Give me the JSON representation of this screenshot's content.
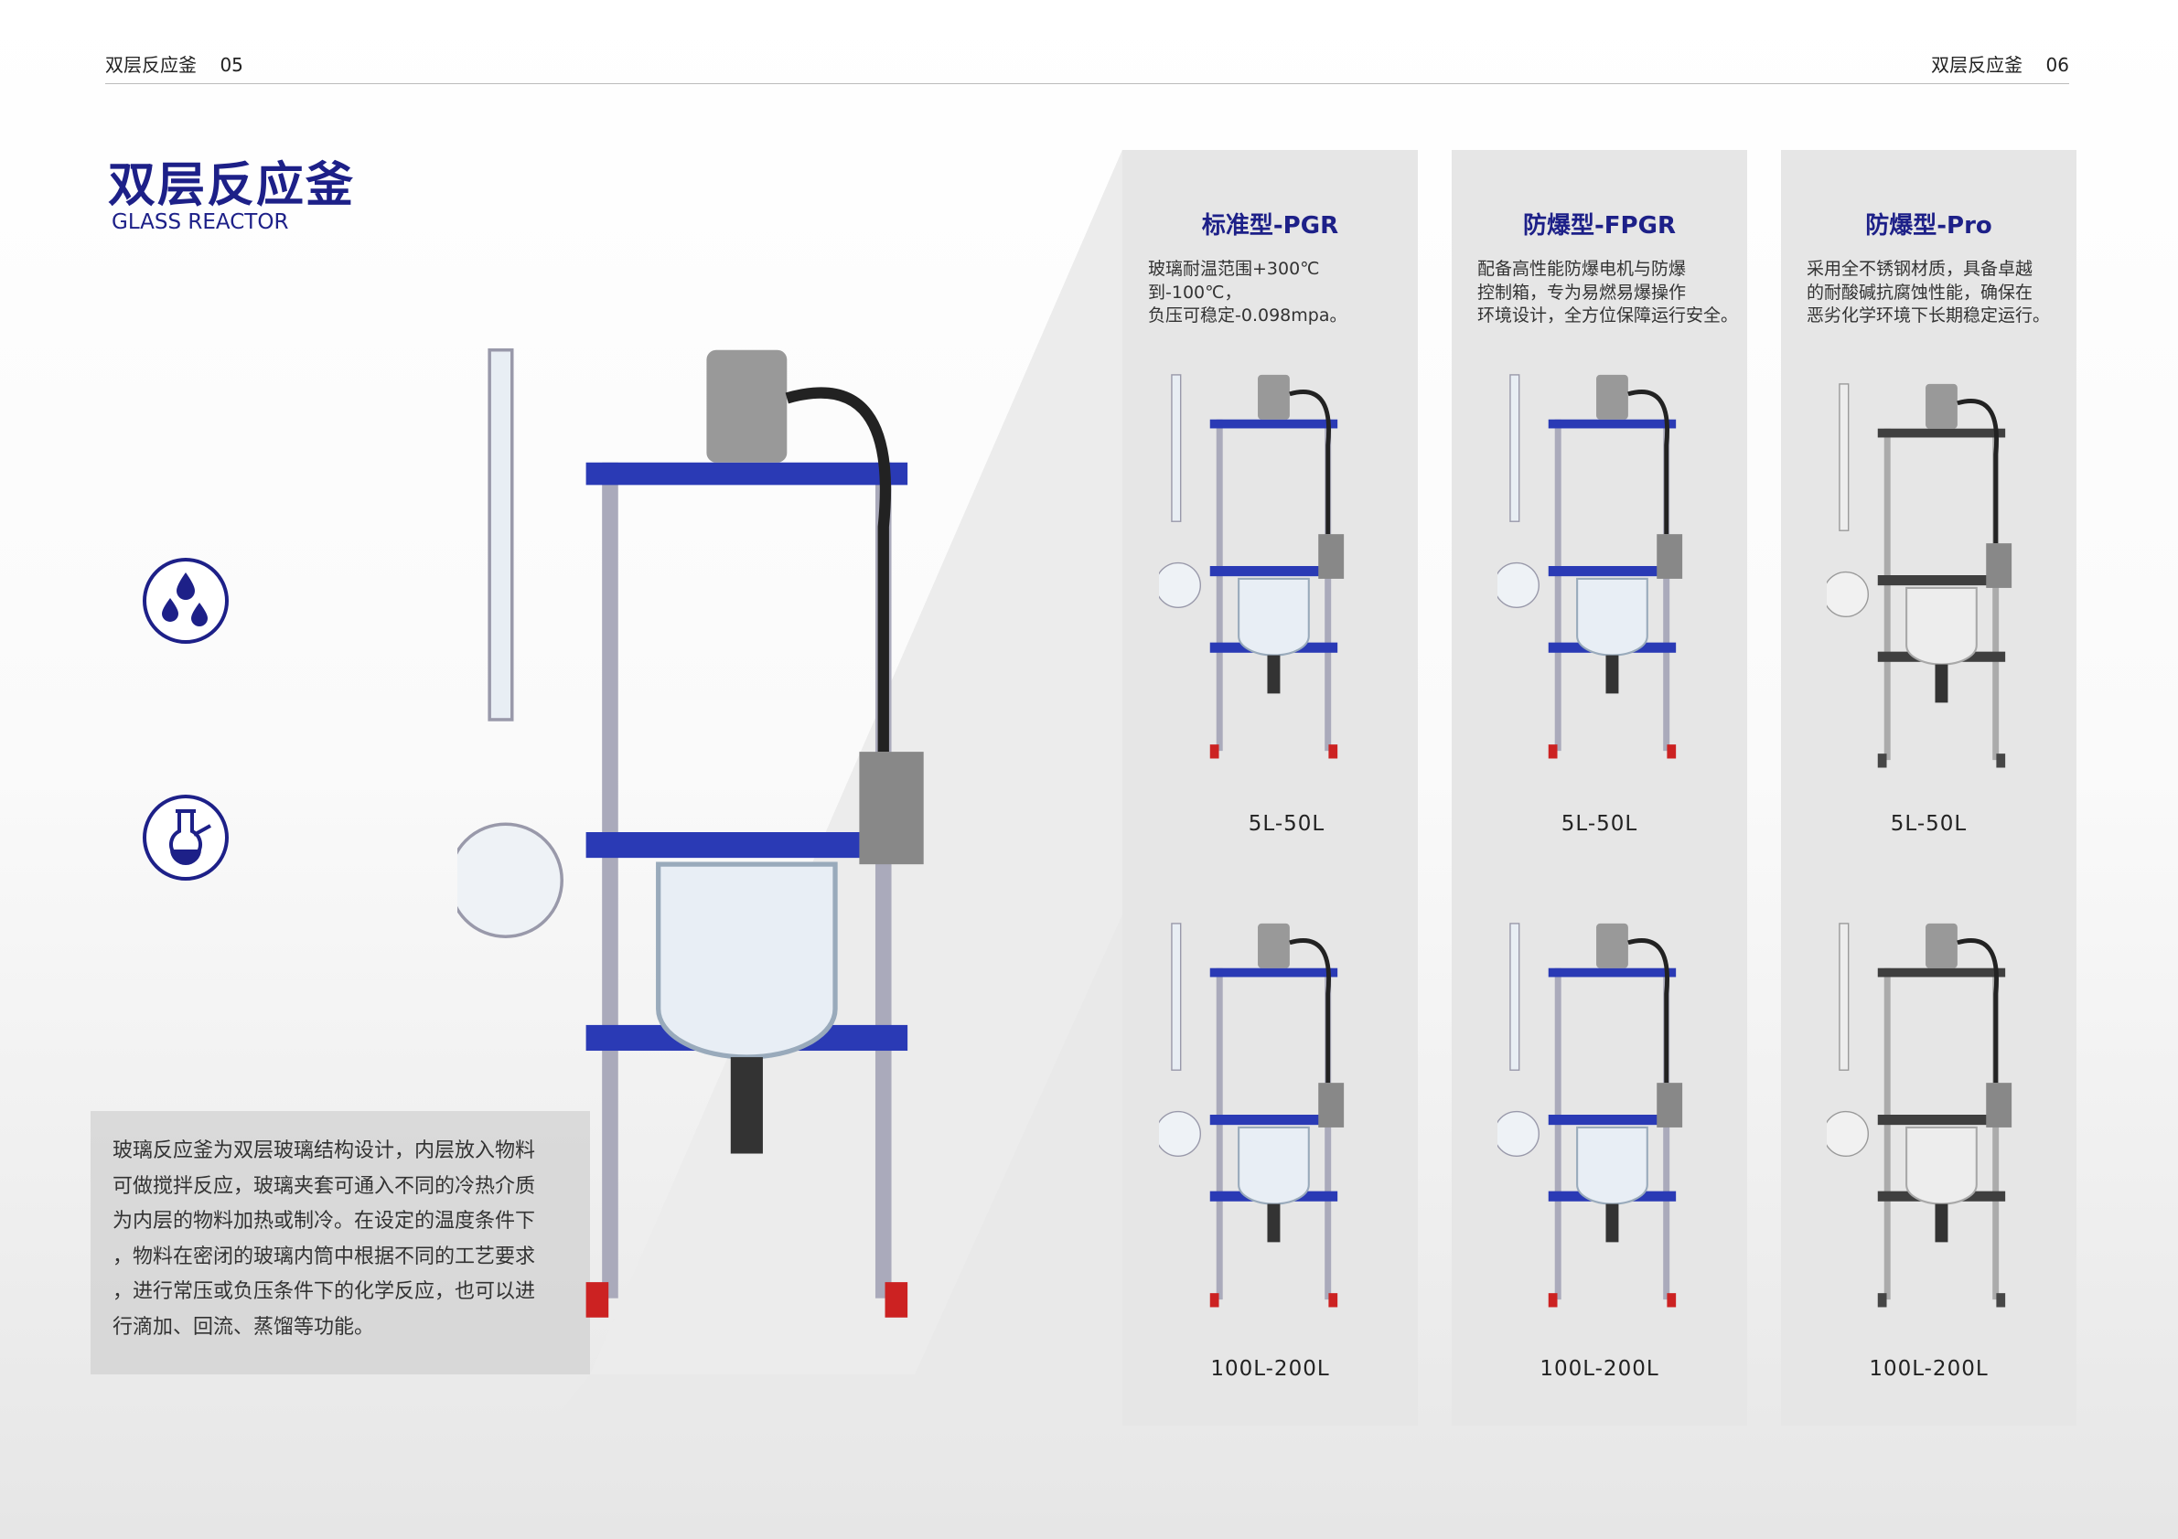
{
  "header": {
    "left_title": "双层反应釜",
    "left_page": "05",
    "right_title": "双层反应釜",
    "right_page": "06"
  },
  "hero": {
    "title": "双层反应釜",
    "subtitle": "GLASS REACTOR",
    "icons": [
      "liquid-drops-icon",
      "flask-icon"
    ]
  },
  "description": [
    "玻璃反应釜为双层玻璃结构设计，内层放入物料",
    "可做搅拌反应，玻璃夹套可通入不同的冷热介质",
    "为内层的物料加热或制冷。在设定的温度条件下",
    "，物料在密闭的玻璃内筒中根据不同的工艺要求",
    "，进行常压或负压条件下的化学反应，也可以进",
    "行滴加、回流、蒸馏等功能。"
  ],
  "colors": {
    "brand": "#1d2088",
    "panel": "#e6e6e6"
  },
  "models": [
    {
      "title": "标准型-PGR",
      "text": [
        "玻璃耐温范围+300℃到-100℃，",
        "负压可稳定-0.098mpa。"
      ],
      "small_range": "5L-50L",
      "large_range": "100L-200L"
    },
    {
      "title": "防爆型-FPGR",
      "text": [
        "配备高性能防爆电机与防爆",
        "控制箱，专为易燃易爆操作",
        "环境设计，全方位保障运行安全。"
      ],
      "small_range": "5L-50L",
      "large_range": "100L-200L"
    },
    {
      "title": "防爆型-Pro",
      "text": [
        "采用全不锈钢材质，具备卓越",
        "的耐酸碱抗腐蚀性能，确保在",
        "恶劣化学环境下长期稳定运行。"
      ],
      "small_range": "5L-50L",
      "large_range": "100L-200L"
    }
  ]
}
